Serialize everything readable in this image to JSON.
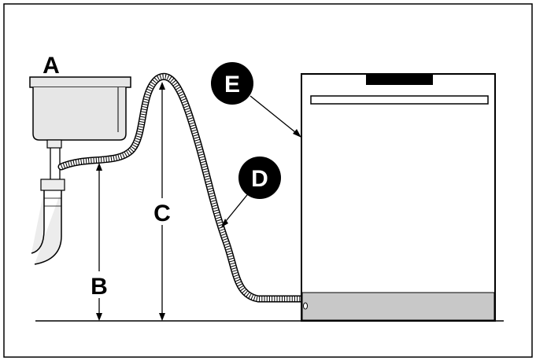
{
  "labels": {
    "a": "A",
    "b": "B",
    "c": "C",
    "d": "D",
    "e": "E"
  },
  "colors": {
    "line": "#000000",
    "background": "#ffffff",
    "sink_fill": "#e6e6e6",
    "pipe_fill": "#ececec",
    "kickplate_fill": "#c8c8c8",
    "label_circle": "#000000",
    "label_circle_text": "#ffffff"
  },
  "icons": {
    "sink": "sink-icon",
    "drain_pipe": "p-trap-icon",
    "hose": "drain-hose-icon",
    "dishwasher": "dishwasher-icon"
  }
}
